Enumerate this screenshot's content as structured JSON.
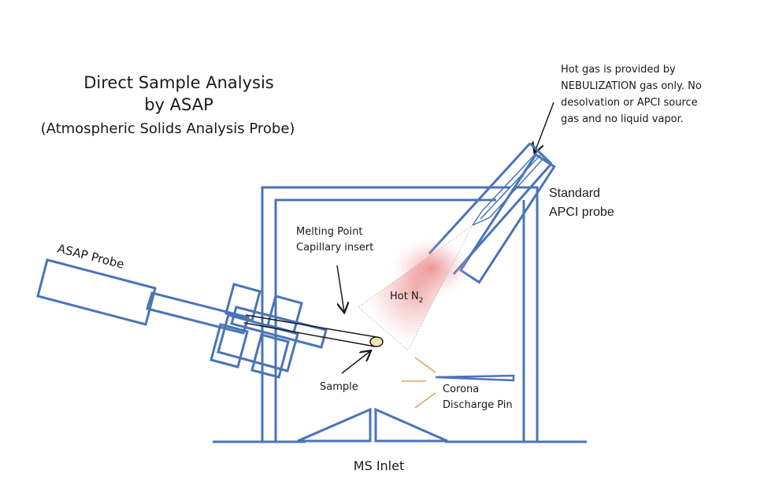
{
  "title": {
    "line1": "Direct Sample Analysis",
    "line2": "by ASAP",
    "line3": "(Atmospheric Solids Analysis Probe)"
  },
  "note": {
    "line1": "Hot gas is provided by",
    "line2": "NEBULIZATION gas only. No",
    "line3": "desolvation or APCI source",
    "line4": "gas and no liquid vapor."
  },
  "labels": {
    "apci_line1": "Standard",
    "apci_line2": "APCI probe",
    "asap_probe": "ASAP Probe",
    "melting_line1": "Melting Point",
    "melting_line2": "Capillary insert",
    "hot_gas": "Hot N",
    "hot_gas_sub": "2",
    "sample": "Sample",
    "corona_line1": "Corona",
    "corona_line2": "Discharge Pin",
    "ms_inlet": "MS Inlet"
  },
  "colors": {
    "structure": "#4a74b8",
    "plume": "#e06060",
    "discharge_rays": "#e8a060",
    "text": "#1a1a1a"
  }
}
